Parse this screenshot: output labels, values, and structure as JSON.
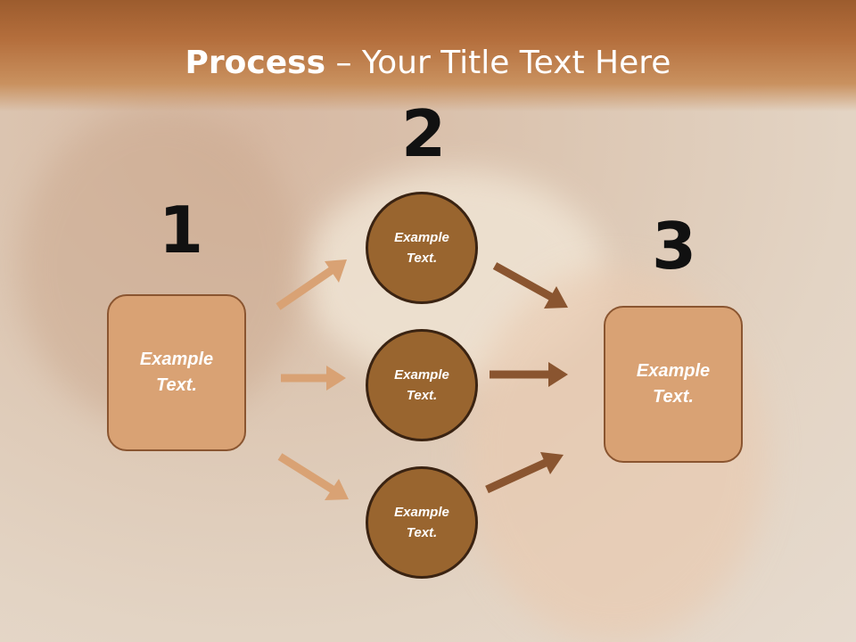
{
  "title": {
    "bold": "Process",
    "rest": " – Your Title Text Here"
  },
  "steps": [
    {
      "number": "1",
      "label_line1": "Example",
      "label_line2": "Text."
    },
    {
      "number": "2"
    },
    {
      "number": "3",
      "label_line1": "Example",
      "label_line2": "Text."
    }
  ],
  "circles": [
    {
      "label_line1": "Example",
      "label_line2": "Text."
    },
    {
      "label_line1": "Example",
      "label_line2": "Text."
    },
    {
      "label_line1": "Example",
      "label_line2": "Text."
    }
  ],
  "colors": {
    "accent_light": "#d9a274",
    "accent_dark": "#99652f",
    "arrow_light": "#d9a274",
    "arrow_dark": "#8a5530",
    "header": "#b46e3c"
  }
}
